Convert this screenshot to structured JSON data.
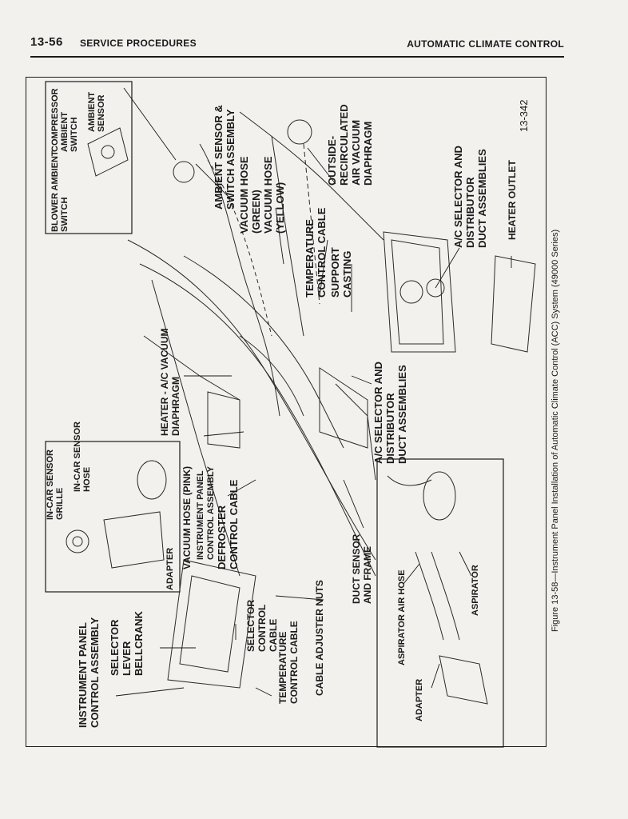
{
  "header": {
    "page_number": "13-56",
    "section": "SERVICE PROCEDURES",
    "chapter": "AUTOMATIC CLIMATE CONTROL"
  },
  "figure": {
    "number": "13-342",
    "caption": "Figure 13-58—Instrument Panel Installation of Automatic Climate Control (ACC) System (49000 Series)"
  },
  "inset_top": {
    "blower_ambient_switch": [
      "BLOWER AMBIENT",
      "SWITCH"
    ],
    "compressor_ambient_switch": [
      "COMPRESSOR",
      "AMBIENT",
      "SWITCH"
    ],
    "ambient_sensor": [
      "AMBIENT",
      "SENSOR"
    ]
  },
  "inset_left": {
    "in_car_sensor_grille": [
      "IN-CAR SENSOR",
      "GRILLE"
    ],
    "in_car_sensor_hose": [
      "IN-CAR SENSOR",
      "HOSE"
    ],
    "adapter": "ADAPTER"
  },
  "inset_bottom": {
    "aspirator_air_hose": "ASPIRATOR AIR HOSE",
    "aspirator": "ASPIRATOR",
    "adapter": "ADAPTER"
  },
  "main_labels": {
    "ambient_sensor_switch": [
      "AMBIENT SENSOR &",
      "SWITCH ASSEMBLY"
    ],
    "vacuum_hose_green": [
      "VACUUM HOSE",
      "(GREEN)"
    ],
    "vacuum_hose_yellow": [
      "VACUUM HOSE",
      "(YELLOW)"
    ],
    "outside_recirc": [
      "OUTSIDE-",
      "RECIRCULATED",
      "AIR VACUUM",
      "DIAPHRAGM"
    ],
    "temperature_control_cable": [
      "TEMPERATURE",
      "CONTROL CABLE"
    ],
    "support_casting": [
      "SUPPORT",
      "CASTING"
    ],
    "ac_selector_upper": [
      "A/C SELECTOR AND",
      "DISTRIBUTOR",
      "DUCT ASSEMBLIES"
    ],
    "heater_outlet": "HEATER OUTLET",
    "heater_ac_vacuum": [
      "HEATER - A/C VACUUM",
      "DIAPHRAGM"
    ],
    "ac_selector_lower": [
      "A/C SELECTOR AND",
      "DISTRIBUTOR",
      "DUCT ASSEMBLIES"
    ],
    "vacuum_hose_pink": "VACUUM HOSE (PINK)",
    "instrument_panel_control_small": [
      "INSTRUMENT PANEL",
      "CONTROL ASSEMBLY"
    ],
    "defroster_control_cable": [
      "DEFROSTER",
      "CONTROL CABLE"
    ],
    "duct_sensor_frame": [
      "DUCT SENSOR",
      "AND FRAME"
    ],
    "instrument_panel_control": [
      "INSTRUMENT PANEL",
      "CONTROL ASSEMBLY"
    ],
    "selector_lever_bellcrank": [
      "SELECTOR",
      "LEVER",
      "BELLCRANK"
    ],
    "selector_control_cable": [
      "SELECTOR",
      "CONTROL",
      "CABLE"
    ],
    "temperature_control_cable_lower": [
      "TEMPERATURE",
      "CONTROL CABLE"
    ],
    "cable_adjuster_nuts": "CABLE ADJUSTER NUTS"
  }
}
